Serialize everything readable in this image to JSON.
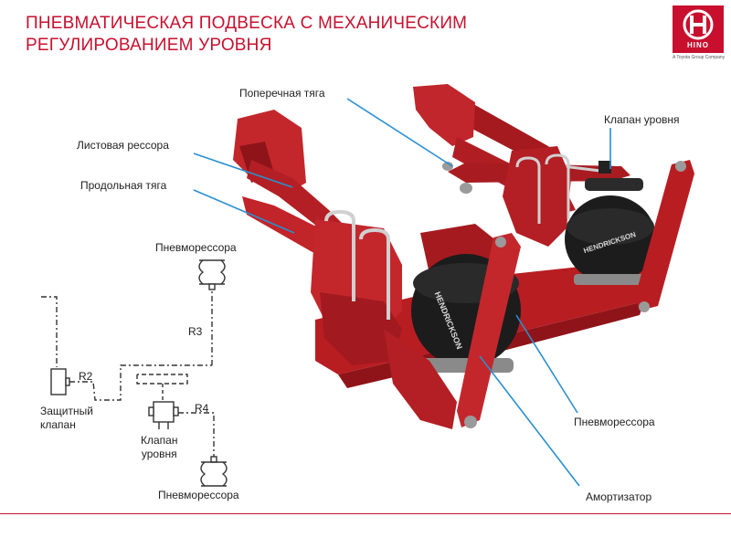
{
  "title": {
    "line1": "ПНЕВМАТИЧЕСКАЯ ПОДВЕСКА С МЕХАНИЧЕСКИМ",
    "line2": "РЕГУЛИРОВАНИЕМ УРОВНЯ"
  },
  "logo": {
    "word": "HINO",
    "subtitle": "A Toyota Group Company"
  },
  "photo_labels": {
    "cross_rod": "Поперечная тяга",
    "level_valve": "Клапан уровня",
    "leaf_spring": "Листовая рессора",
    "longitudinal_rod": "Продольная тяга",
    "air_spring": "Пневморессора",
    "shock_absorber": "Амортизатор",
    "bag_brand": "HENDRICKSON"
  },
  "schematic": {
    "air_spring_top": "Пневморессора",
    "r3": "R3",
    "r2": "R2",
    "r4": "R4",
    "protection_valve_line1": "Защитный",
    "protection_valve_line2": "клапан",
    "level_valve_line1": "Клапан",
    "level_valve_line2": "уровня",
    "air_spring_bottom": "Пневморессора"
  },
  "colors": {
    "brand_red": "#c8102e",
    "frame_red": "#b81d22",
    "leader_blue": "#2a8fd0",
    "bag_black": "#1c1c1c"
  }
}
